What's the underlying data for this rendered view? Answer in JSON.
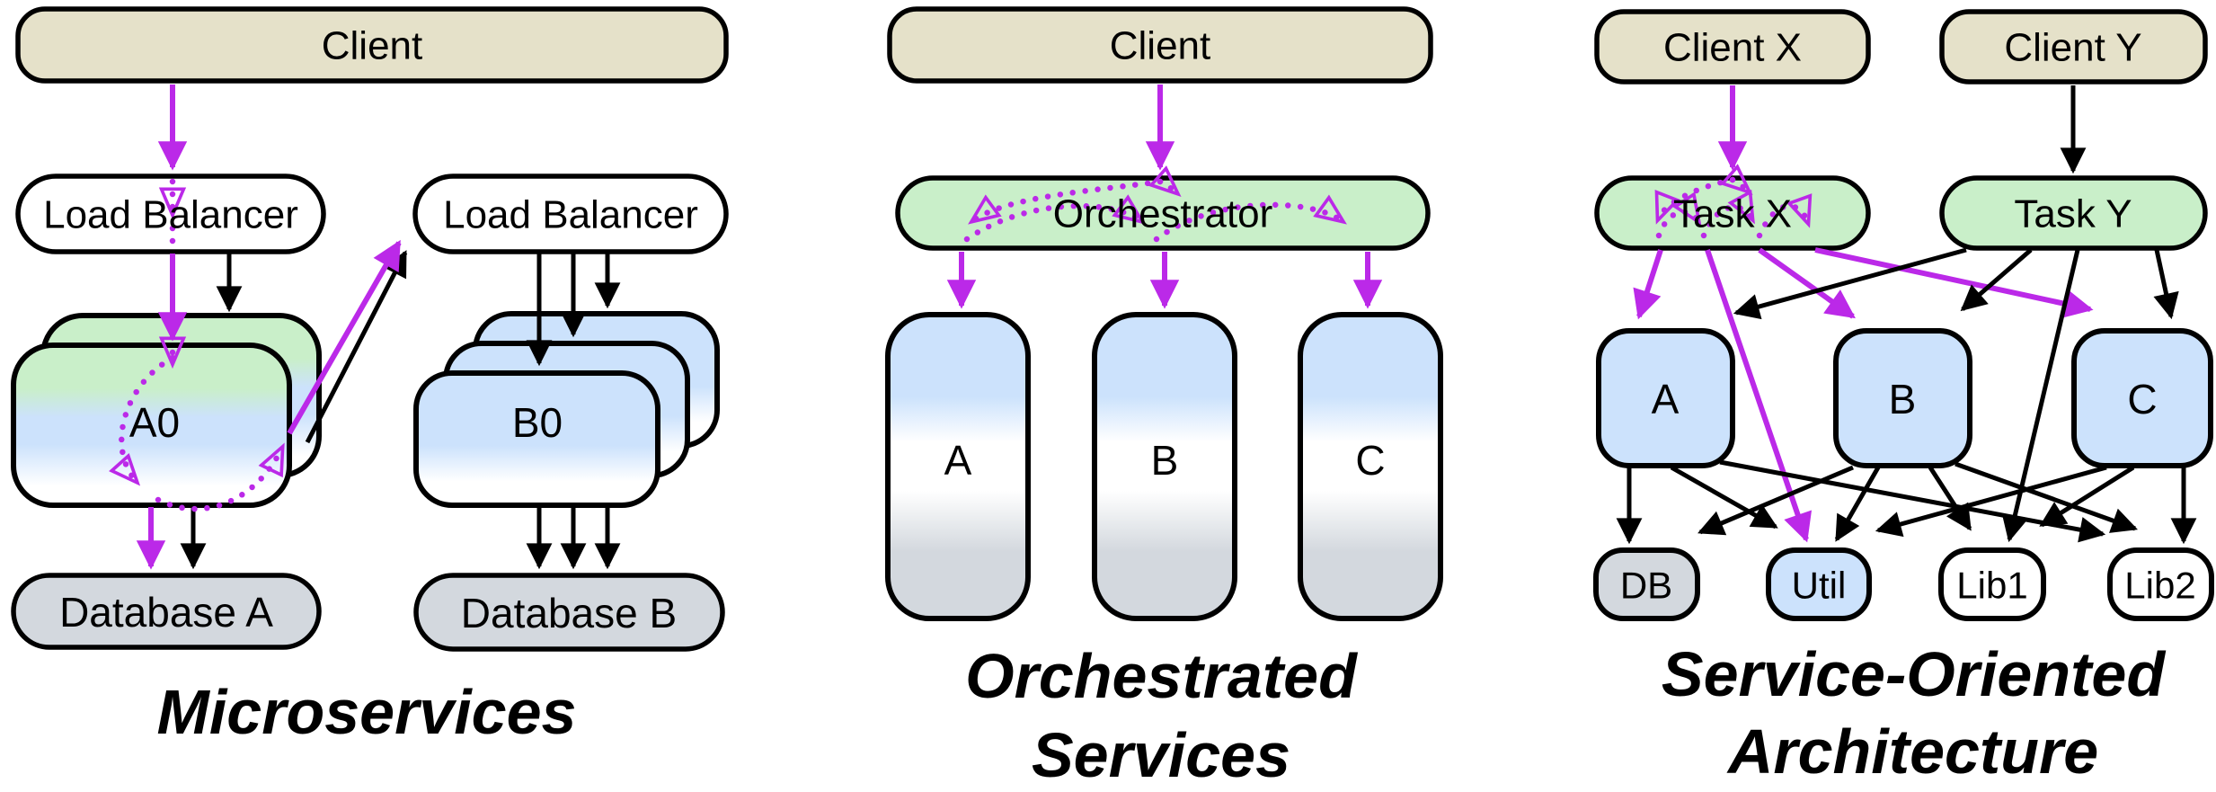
{
  "colors": {
    "accent_magenta": "#BB29E8",
    "node_tan": "#E5E1C9",
    "node_green": "#C9EFC9",
    "node_blue": "#CCE2FC",
    "node_gray": "#D3D8DE",
    "node_white": "#FFFFFF",
    "stroke": "#000000",
    "background": "#FFFFFF"
  },
  "diagrams": [
    {
      "id": "microservices",
      "title": "Microservices",
      "nodes": {
        "client": "Client",
        "load_balancer_1": "Load Balancer",
        "load_balancer_2": "Load Balancer",
        "service_a0": "A0",
        "service_b0": "B0",
        "database_a": "Database A",
        "database_b": "Database B"
      },
      "edges": [
        "Client -> Load Balancer #1 (magenta request)",
        "Load Balancer #1 -> A0 (magenta request + black link)",
        "request threads through Load Balancer #1 and A0 (dotted magenta)",
        "A0 -> Database A (magenta request + black link)",
        "A0 -> Load Balancer #2 (magenta request + black link)",
        "Load Balancer #2 -> B0 instances (3 black links)",
        "B0 instances -> Database B (3 black links)"
      ]
    },
    {
      "id": "orchestrated-services",
      "title_line_1": "Orchestrated",
      "title_line_2": "Services",
      "nodes": {
        "client": "Client",
        "orchestrator": "Orchestrator",
        "service_a": "A",
        "service_b": "B",
        "service_c": "C"
      },
      "edges": [
        "Client -> Orchestrator (magenta request)",
        "request threads through Orchestrator (dotted magenta)",
        "Orchestrator -> A (magenta)",
        "Orchestrator -> B (magenta)",
        "Orchestrator -> C (magenta)"
      ]
    },
    {
      "id": "service-oriented-architecture",
      "title_line_1": "Service-Oriented",
      "title_line_2": "Architecture",
      "nodes": {
        "client_x": "Client X",
        "client_y": "Client Y",
        "task_x": "Task X",
        "task_y": "Task Y",
        "service_a": "A",
        "service_b": "B",
        "service_c": "C",
        "db": "DB",
        "util": "Util",
        "lib_1": "Lib1",
        "lib_2": "Lib2"
      },
      "edges": [
        "Client X -> Task X (magenta)",
        "Client Y -> Task Y (black)",
        "request threads through Task X (dotted magenta)",
        "Task X -> A (magenta)",
        "Task X -> Util (magenta)",
        "Task X -> B (magenta)",
        "Task X -> C (magenta)",
        "Task Y -> A (black)",
        "Task Y -> B (black)",
        "Task Y -> Lib1 (black)",
        "Task Y -> C (black)",
        "A -> DB (black)",
        "A -> Util (black)",
        "A -> Lib2 (black)",
        "B -> DB (black)",
        "B -> Util (black)",
        "B -> Lib1 (black)",
        "B -> Lib2 (black)",
        "C -> Util (black)",
        "C -> Lib1 (black)",
        "C -> Lib2 (black)"
      ]
    }
  ]
}
